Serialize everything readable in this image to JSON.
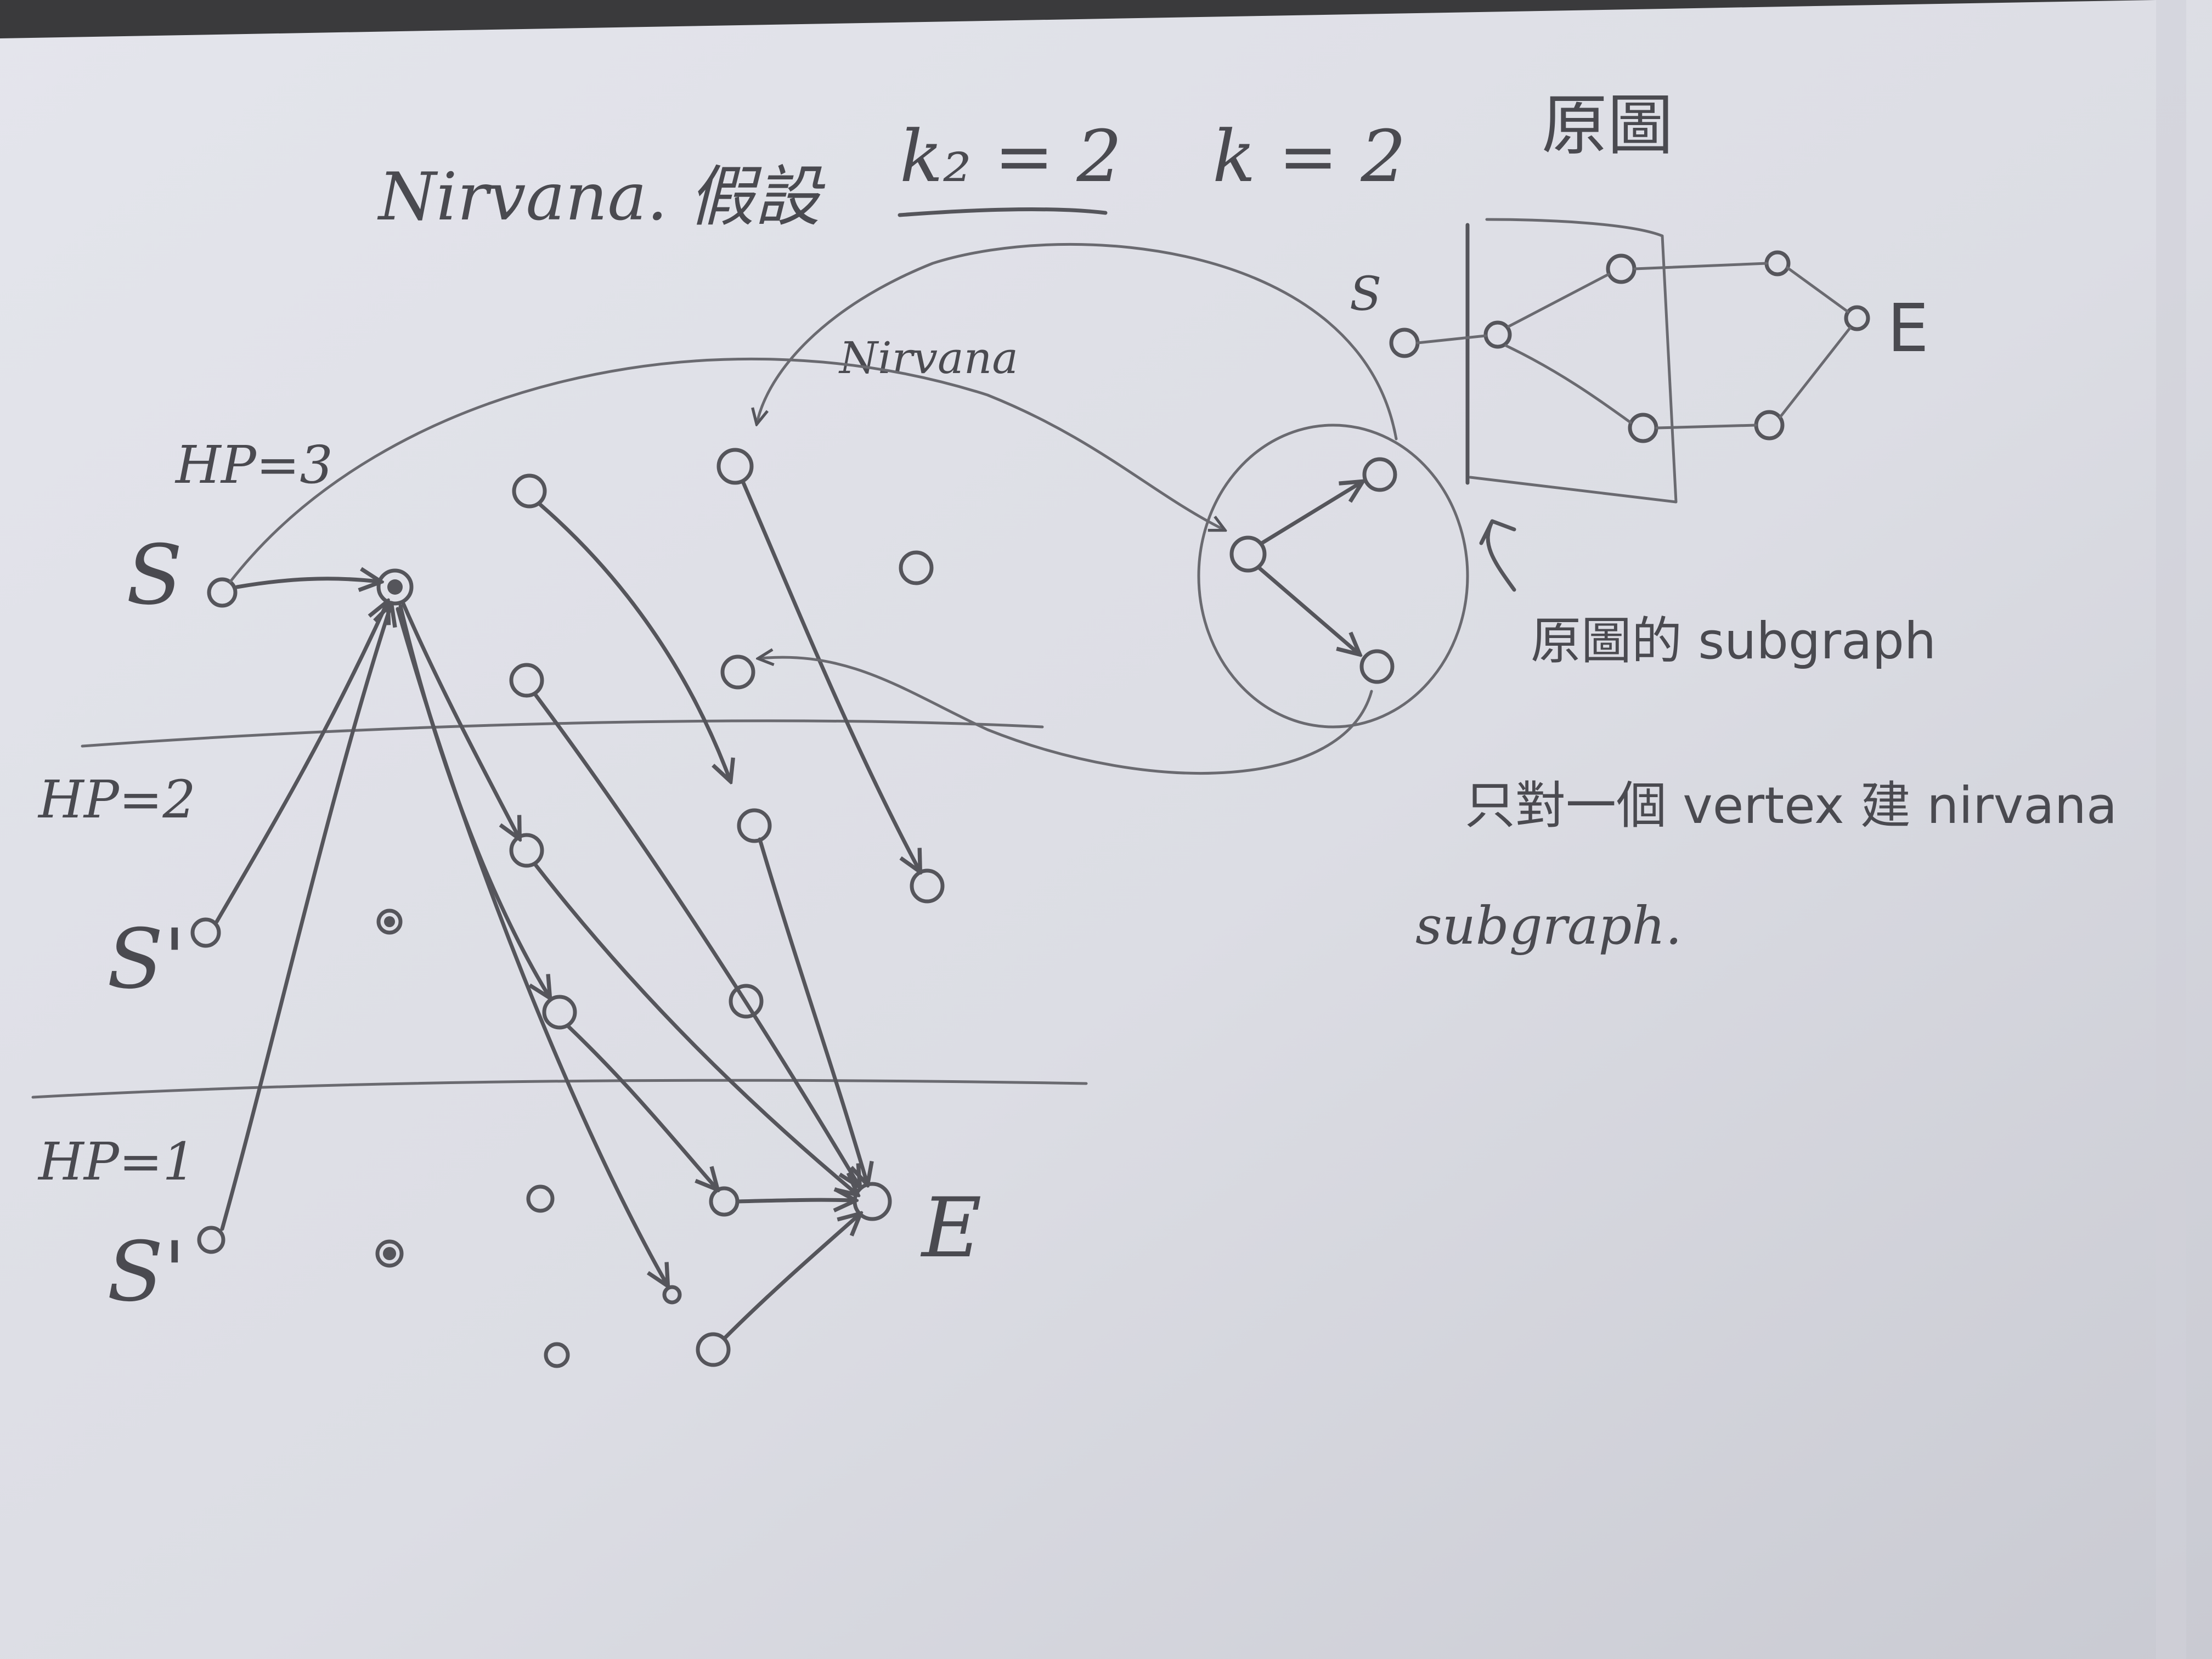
{
  "notes": {
    "title": "Nirvana. 假設",
    "k2": "k₂ = 2",
    "k": "k = 2",
    "orig_graph_label": "原圖",
    "nirvana_arrow_label": "Nirvana",
    "subgraph_label": "原圖的 subgraph",
    "remark_line1": "只對一個 vertex 建 nirvana",
    "remark_line2": "subgraph."
  },
  "layers": [
    "HP=3",
    "HP=2",
    "HP=1"
  ],
  "source_labels": [
    "S",
    "S'",
    "S'"
  ],
  "end_label": "E",
  "orig_graph": {
    "start": "S",
    "end": "E"
  },
  "colors": {
    "paper": "#dedfe6",
    "paper_shadow": "#b9bac2",
    "pencil": "#55555b",
    "background": "#3a3a3c"
  }
}
